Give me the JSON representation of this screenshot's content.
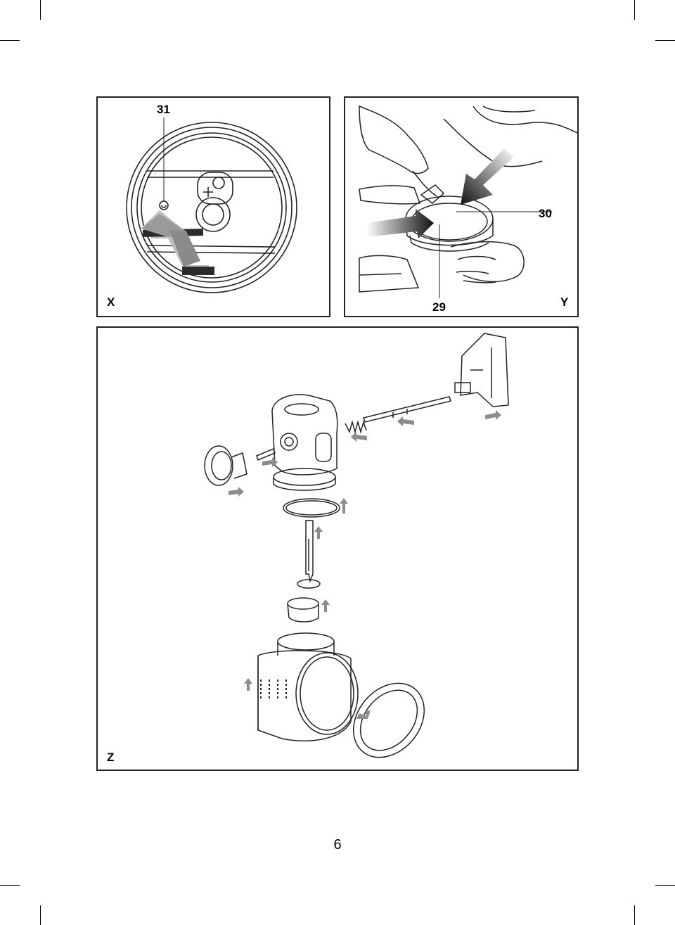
{
  "panels": {
    "x": {
      "letter": "X",
      "callouts": {
        "c31": "31"
      }
    },
    "y": {
      "letter": "Y",
      "callouts": {
        "c30": "30",
        "c29": "29"
      }
    },
    "z": {
      "letter": "Z"
    }
  },
  "page_number": "6"
}
